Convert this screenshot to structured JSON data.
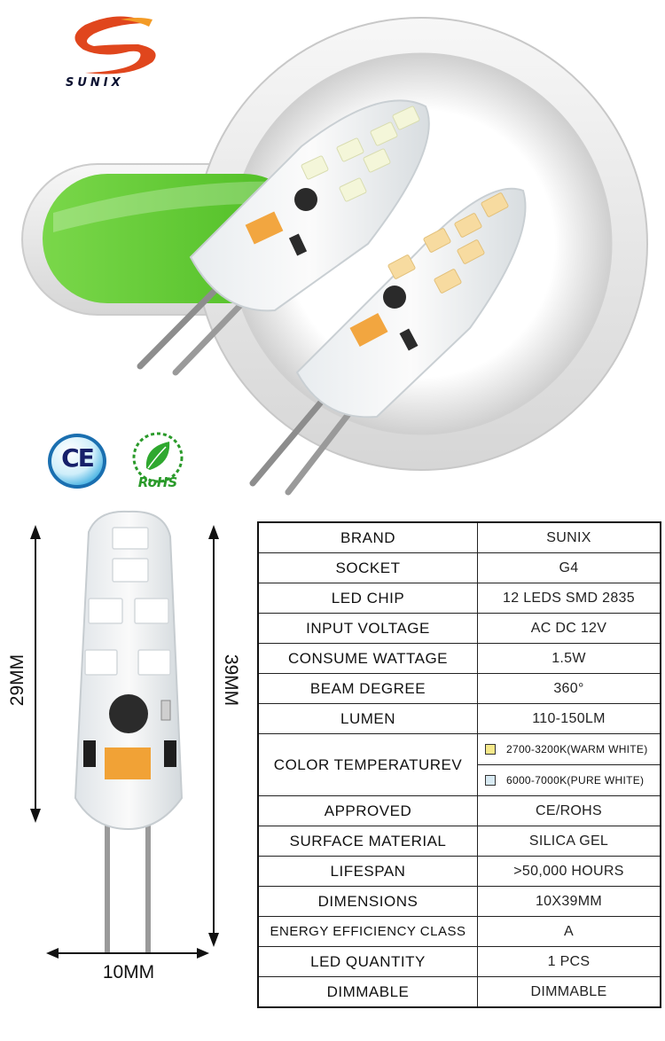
{
  "brand": {
    "logo_text": "SUNIX",
    "colors": {
      "swoosh_red": "#d9391a",
      "swoosh_orange": "#f08a1c",
      "text": "#0a1030"
    }
  },
  "hero": {
    "accent_green": "#5cc72e",
    "frame_color": "#e9e9e9"
  },
  "certifications": {
    "ce_label": "CE",
    "rohs_label": "RoHS"
  },
  "dimensions": {
    "inner_height": "29MM",
    "total_height": "39MM",
    "width": "10MM"
  },
  "specs": {
    "rows": [
      {
        "key": "BRAND",
        "value": "SUNIX"
      },
      {
        "key": "SOCKET",
        "value": "G4"
      },
      {
        "key": "LED CHIP",
        "value": "12 LEDS SMD 2835"
      },
      {
        "key": "INPUT VOLTAGE",
        "value": "AC DC 12V"
      },
      {
        "key": "CONSUME WATTAGE",
        "value": "1.5W"
      },
      {
        "key": "BEAM DEGREE",
        "value": "360°"
      },
      {
        "key": "LUMEN",
        "value": "110-150LM"
      }
    ],
    "color_temperature": {
      "key": "COLOR TEMPERATUREV",
      "options": [
        {
          "label": "2700-3200K(WARM WHITE)",
          "swatch": "#f6e98a"
        },
        {
          "label": "6000-7000K(PURE WHITE)",
          "swatch": "#d8eaf3"
        }
      ]
    },
    "rows_after": [
      {
        "key": "APPROVED",
        "value": "CE/ROHS"
      },
      {
        "key": "SURFACE MATERIAL",
        "value": "SILICA GEL"
      },
      {
        "key": "LIFESPAN",
        "value": ">50,000 HOURS"
      },
      {
        "key": "DIMENSIONS",
        "value": "10X39MM"
      },
      {
        "key": "ENERGY EFFICIENCY CLASS",
        "value": "A"
      },
      {
        "key": "LED QUANTITY",
        "value": "1 PCS"
      },
      {
        "key": "DIMMABLE",
        "value": "DIMMABLE"
      }
    ]
  }
}
